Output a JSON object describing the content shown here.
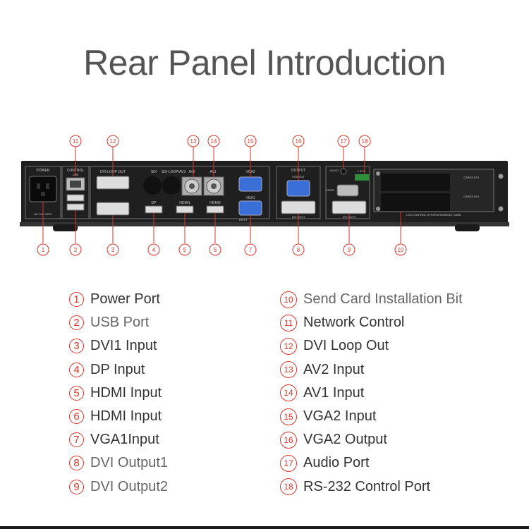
{
  "title": "Rear Panel Introduction",
  "panel_labels": {
    "power": "POWER",
    "control": "CONTROL",
    "usb": "USB",
    "ac": "AC 100~240V",
    "dvi_loop_out": "DVI-LOOP OUT",
    "sdi": "SDI",
    "sdi_loop": "SDI-LOOP/AV3",
    "av2": "AV2",
    "av1": "AV1",
    "vga2": "VGA2",
    "vga1": "VGA1",
    "dp": "DP",
    "hdmi1": "HDMI1",
    "hdmi2": "HDMI2",
    "input": "INPUT",
    "output": "OUTPUT",
    "vga_out": "VGA OUT",
    "dvi_out1": "DVI OUT1",
    "dvi_out2": "DVI OUT2",
    "audio": "AUDIO",
    "rs232": "RS232",
    "card2": "CARD2-DVI",
    "card1": "CARD1-DVI",
    "send_card": "LED CONTROL SYSTEM SENDING CARD",
    "lrg": "L R G"
  },
  "callouts": [
    "1",
    "2",
    "3",
    "4",
    "5",
    "6",
    "7",
    "8",
    "9",
    "10",
    "11",
    "12",
    "13",
    "14",
    "15",
    "16",
    "17",
    "18"
  ],
  "legend_left": [
    {
      "num": "1",
      "label": "Power Port"
    },
    {
      "num": "2",
      "label": "USB Port"
    },
    {
      "num": "3",
      "label": "DVI1 Input"
    },
    {
      "num": "4",
      "label": "DP Input"
    },
    {
      "num": "5",
      "label": "HDMI Input"
    },
    {
      "num": "6",
      "label": "HDMI Input"
    },
    {
      "num": "7",
      "label": "VGA1Input"
    },
    {
      "num": "8",
      "label": "DVI Output1"
    },
    {
      "num": "9",
      "label": "DVI Output2"
    }
  ],
  "legend_right": [
    {
      "num": "10",
      "label": "Send Card Installation Bit"
    },
    {
      "num": "11",
      "label": "Network Control"
    },
    {
      "num": "12",
      "label": "DVI Loop Out"
    },
    {
      "num": "13",
      "label": "AV2 Input"
    },
    {
      "num": "14",
      "label": "AV1 Input"
    },
    {
      "num": "15",
      "label": "VGA2 Input"
    },
    {
      "num": "16",
      "label": "VGA2 Output"
    },
    {
      "num": "17",
      "label": "Audio Port"
    },
    {
      "num": "18",
      "label": "RS-232 Control Port"
    }
  ],
  "colors": {
    "accent": "#d9362b",
    "title": "#555555",
    "chassis": "#1f1f1f"
  }
}
